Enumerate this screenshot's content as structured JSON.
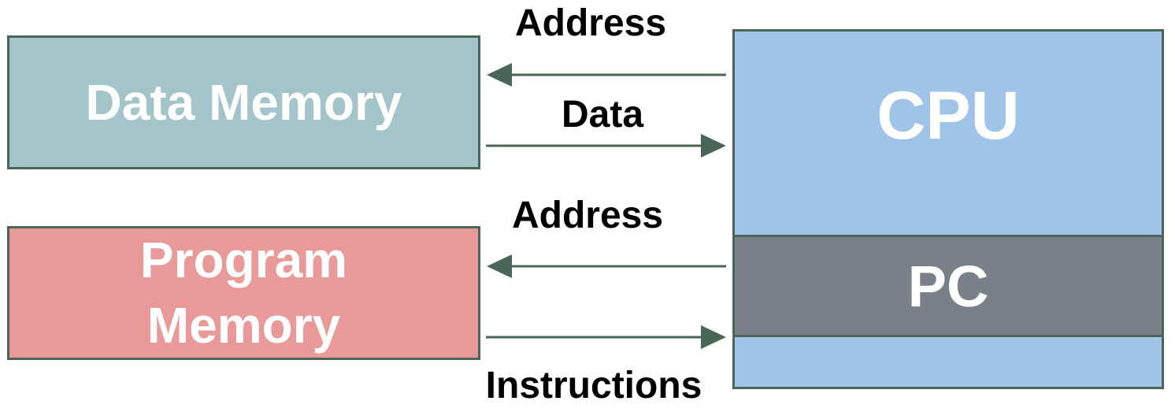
{
  "colors": {
    "data_memory_fill": "#a3c4c8",
    "program_memory_fill": "#e89998",
    "cpu_fill": "#a0c4e8",
    "pc_fill": "#7a8088",
    "border": "#4a6656",
    "arrow": "#4a6656"
  },
  "blocks": {
    "data_memory": "Data Memory",
    "program_memory_line1": "Program",
    "program_memory_line2": "Memory",
    "cpu": "CPU",
    "pc": "PC"
  },
  "links": {
    "data_address": "Address",
    "data": "Data",
    "program_address": "Address",
    "instructions": "Instructions"
  }
}
